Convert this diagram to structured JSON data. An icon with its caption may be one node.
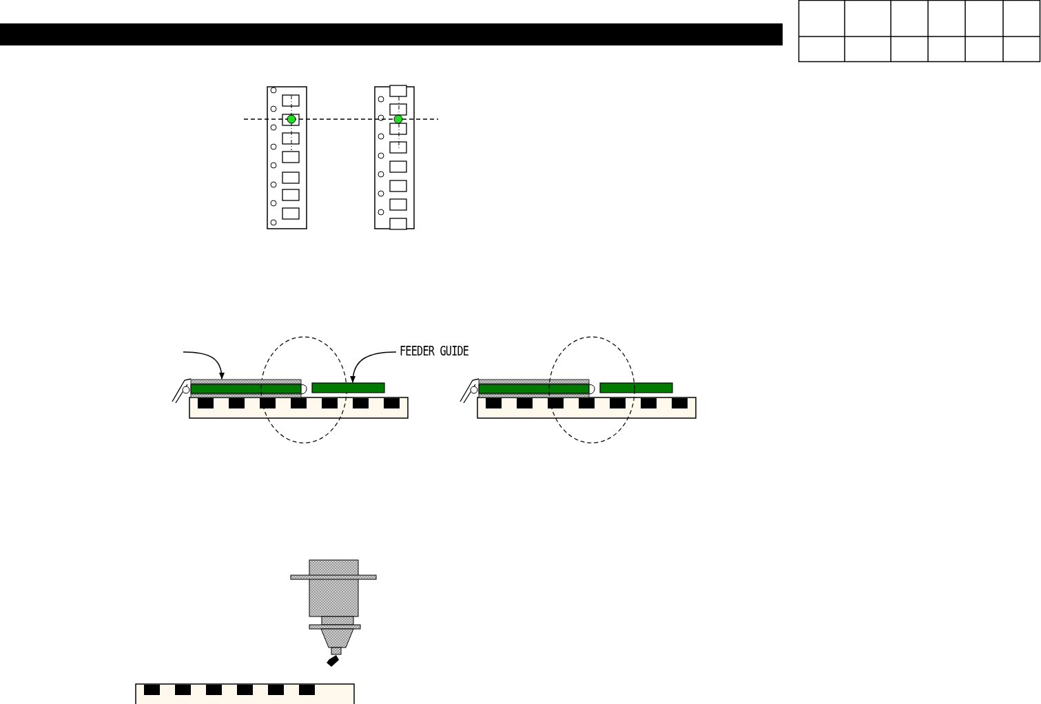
{
  "diagram": {
    "nodes": [
      {
        "text": [
          "FEEDER GUIDE"
        ]
      },
      {
        "text": [],
        "shape": "bar"
      },
      {
        "text": [],
        "shape": "bar"
      }
    ],
    "edges": [
      {
        "from": 0,
        "to": 1,
        "arrow": "to"
      },
      {
        "from": null,
        "to": 2,
        "arrow": "to"
      }
    ]
  }
}
